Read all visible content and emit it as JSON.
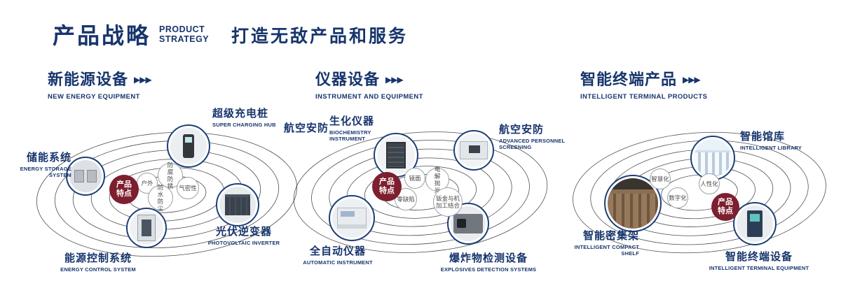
{
  "icons": {
    "triple_arrow": "▶▶▶"
  },
  "colors": {
    "navy": "#17356d",
    "badge_red": "#7d1f2e"
  },
  "header": {
    "title": "产品战略",
    "subtitle_line1": "PRODUCT",
    "subtitle_line2": "STRATEGY",
    "slogan": "打造无敌产品和服务"
  },
  "sections": [
    {
      "title": "新能源设备",
      "subtitle": "NEW ENERGY EQUIPMENT",
      "badge": "产品特点",
      "features": [
        "户外",
        "防腐防锈",
        "气密性",
        "防水防尘"
      ],
      "nodes": [
        {
          "zh": "储能系统",
          "en": "ENERGY STORAGE SYSTEM"
        },
        {
          "zh": "超级充电桩",
          "en": "SUPER CHARGING HUB"
        },
        {
          "zh": "光伏逆变器",
          "en": "PHOTOVOLTAIC INVERTER"
        },
        {
          "zh": "能源控制系统",
          "en": "ENERGY CONTROL SYSTEM"
        }
      ]
    },
    {
      "title": "仪器设备",
      "subtitle": "INSTRUMENT AND EQUIPMENT",
      "badge": "产品特点",
      "extra_label": "航空安防",
      "features": [
        "镜面",
        "电解抛光",
        "零缺陷",
        "钣金与机加工结合"
      ],
      "nodes": [
        {
          "zh": "生化仪器",
          "en": "BIOCHEMISTRY INSTRUMENT"
        },
        {
          "zh": "航空安防",
          "en": "ADVANCED PERSONNEL SCREENING"
        },
        {
          "zh": "全自动仪器",
          "en": "AUTOMATIC INSTRUMENT"
        },
        {
          "zh": "爆炸物检测设备",
          "en": "EXPLOSIVES DETECTION SYSTEMS"
        }
      ]
    },
    {
      "title": "智能终端产品",
      "subtitle": "INTELLIGENT TERMINAL PRODUCTS",
      "badge": "产品特点",
      "features": [
        "智慧化",
        "人性化",
        "数字化"
      ],
      "nodes": [
        {
          "zh": "智能馆库",
          "en": "INTELLIGENT LIBRARY"
        },
        {
          "zh": "智能密集架",
          "en": "INTELLIGENT COMPACT SHELF"
        },
        {
          "zh": "智能终端设备",
          "en": "INTELLIGENT TERMINAL EQUIPMENT"
        }
      ]
    }
  ]
}
